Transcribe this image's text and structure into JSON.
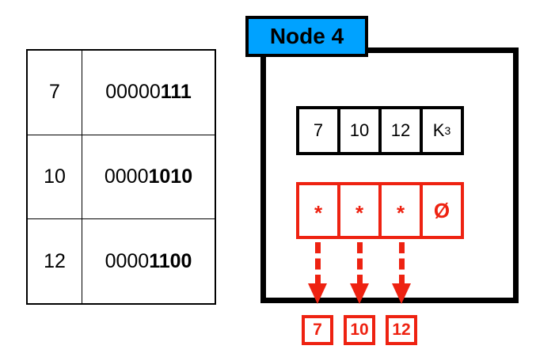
{
  "binary_table": {
    "rows": [
      {
        "decimal": "7",
        "binary_prefix": "00000",
        "binary_suffix": "111"
      },
      {
        "decimal": "10",
        "binary_prefix": "0000",
        "binary_suffix": "1010"
      },
      {
        "decimal": "12",
        "binary_prefix": "0000",
        "binary_suffix": "1100"
      }
    ]
  },
  "node": {
    "label": "Node 4",
    "label_color": "#00A2FF",
    "border_color": "#000000",
    "keys": [
      {
        "text": "7"
      },
      {
        "text": "10"
      },
      {
        "text": "12"
      },
      {
        "text": "K",
        "subscript": "3"
      }
    ],
    "pointers": [
      {
        "symbol": "*"
      },
      {
        "symbol": "*"
      },
      {
        "symbol": "*"
      },
      {
        "symbol": "Ø"
      }
    ],
    "pointer_color": "#EE2211"
  },
  "leaves": [
    {
      "value": "7"
    },
    {
      "value": "10"
    },
    {
      "value": "12"
    }
  ],
  "colors": {
    "accent_blue": "#00A2FF",
    "accent_red": "#EE2211",
    "black": "#000000"
  }
}
